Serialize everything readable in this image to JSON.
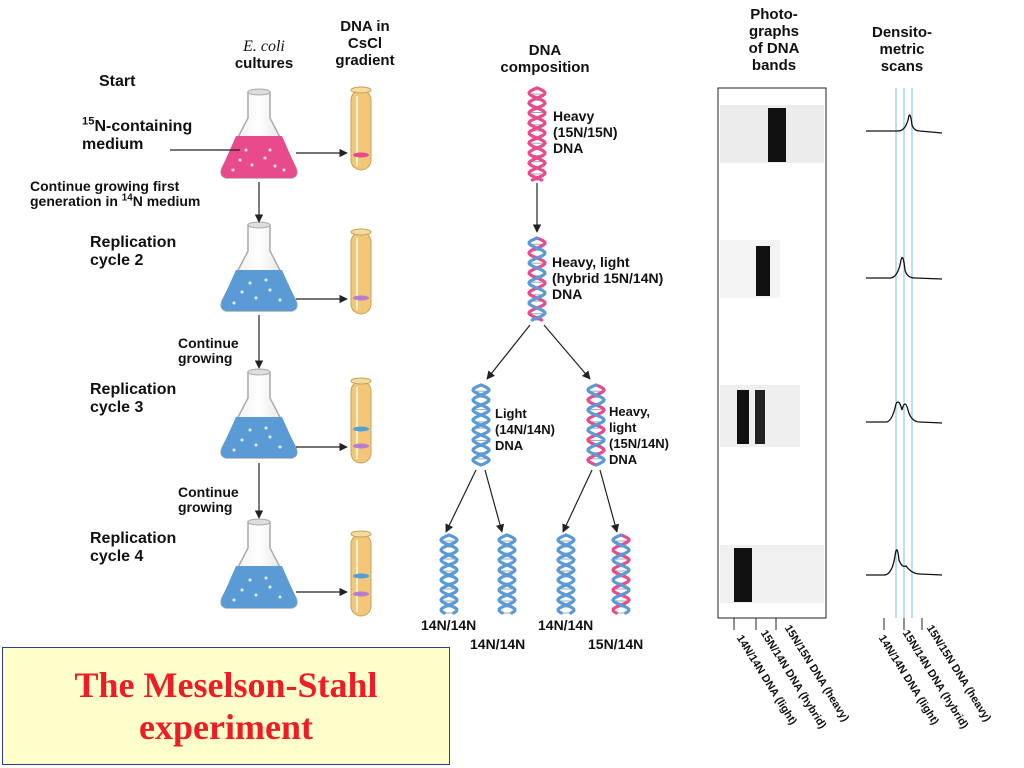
{
  "headers": {
    "cultures_ital": "E. coli",
    "cultures": "cultures",
    "gradient": [
      "DNA in",
      "CsCl",
      "gradient"
    ],
    "composition": [
      "DNA",
      "composition"
    ],
    "photographs": [
      "Photo-",
      "graphs",
      "of DNA",
      "bands"
    ],
    "scans": [
      "Densito-",
      "metric",
      "scans"
    ]
  },
  "steps": {
    "start": "Start",
    "medium_a": "N-containing",
    "medium_sup": "15",
    "medium_b": "medium",
    "continue_first_a": "Continue growing first",
    "continue_first_b": "generation in ",
    "continue_first_sup": "14",
    "continue_first_c": "N medium",
    "cycle2": [
      "Replication",
      "cycle 2"
    ],
    "continue_growing": [
      "Continue",
      "growing"
    ],
    "cycle3": [
      "Replication",
      "cycle 3"
    ],
    "cycle4": [
      "Replication",
      "cycle 4"
    ]
  },
  "dna_labels": {
    "heavy": [
      "Heavy",
      "(15N/15N)",
      "DNA"
    ],
    "hybrid": [
      "Heavy, light",
      "(hybrid 15N/14N)",
      "DNA"
    ],
    "light": [
      "Light",
      "(14N/14N)",
      "DNA"
    ],
    "hybrid2": [
      "Heavy,",
      "light",
      "(15N/14N)",
      "DNA"
    ],
    "bottom_pairs": [
      "14N/14N",
      "14N/14N",
      "14N/14N",
      "15N/14N"
    ]
  },
  "axis_labels": {
    "photo": [
      "15N/15N DNA (heavy)",
      "15N/14N DNA (hybrid)",
      "14N/14N DNA (light)"
    ],
    "scan": [
      "15N/15N DNA (heavy)",
      "15N/14N DNA (hybrid)",
      "14N/14N DNA (light)"
    ]
  },
  "title": [
    "The Meselson-Stahl",
    "experiment"
  ],
  "colors": {
    "heavy_medium": "#e94a8c",
    "light_medium": "#5b9bd5",
    "tube_fill": "#f2c779",
    "title_text": "#ee1c25",
    "title_bg": "#ffffcc"
  }
}
